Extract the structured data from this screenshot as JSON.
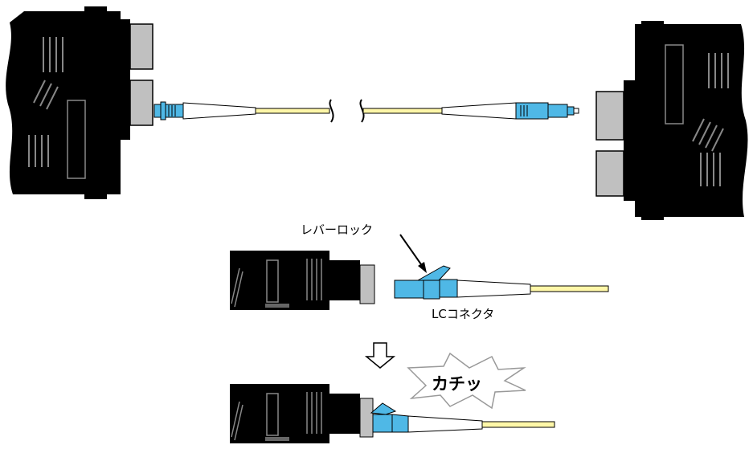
{
  "labels": {
    "lever_lock": "レバーロック",
    "lc_connector": "LCコネクタ",
    "click_sound": "カチッ"
  },
  "colors": {
    "device_body": "#000000",
    "port_gray": "#c0c0c0",
    "connector_blue": "#4fb8e6",
    "fiber_yellow": "#fff7a8",
    "boot_white": "#ffffff"
  },
  "icons": {
    "down_arrow": "hollow-down-arrow-icon",
    "burst": "starburst-icon"
  }
}
